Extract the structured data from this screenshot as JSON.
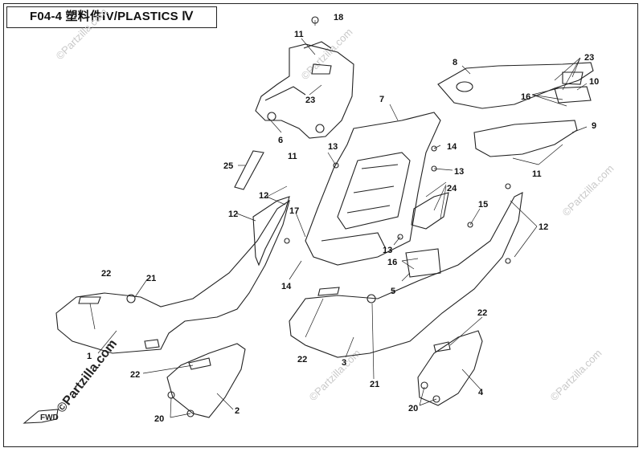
{
  "title": "F04-4  塑料件IV/PLASTICS Ⅳ",
  "watermark": "©Partzilla.com",
  "fwd_label": "FWD",
  "callouts": [
    "1",
    "2",
    "3",
    "4",
    "5",
    "6",
    "7",
    "8",
    "9",
    "10",
    "11",
    "11",
    "11",
    "12",
    "12",
    "12",
    "13",
    "13",
    "13",
    "14",
    "14",
    "15",
    "16",
    "16",
    "17",
    "18",
    "20",
    "20",
    "21",
    "21",
    "22",
    "22",
    "22",
    "22",
    "23",
    "23",
    "24",
    "25"
  ]
}
